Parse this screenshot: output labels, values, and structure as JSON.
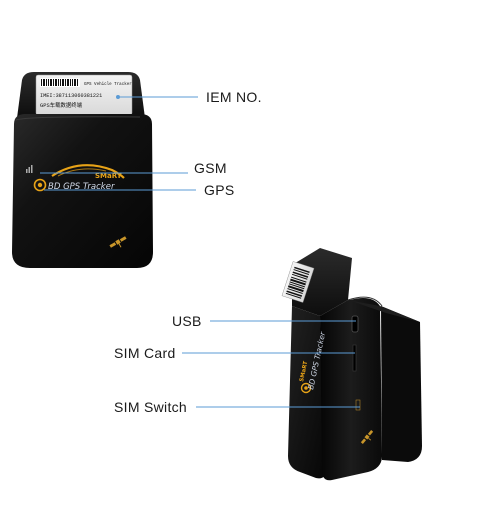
{
  "product_label": {
    "header": "GPS Vehicle Tracker",
    "imei": "IMEI:387113060381221",
    "model_line": "GPS车载数据终端"
  },
  "brand": {
    "top": "SMaRT",
    "bottom": "BD GPS Tracker"
  },
  "callouts": {
    "iem_no": "IEM NO.",
    "gsm": "GSM",
    "gps": "GPS",
    "usb": "USB",
    "sim_card": "SIM Card",
    "sim_switch": "SIM Switch"
  },
  "colors": {
    "leader_line": "#5b9bd5",
    "device_body": "#111111",
    "brand_accent": "#e8a317",
    "brand_text": "#cfd7e6"
  }
}
